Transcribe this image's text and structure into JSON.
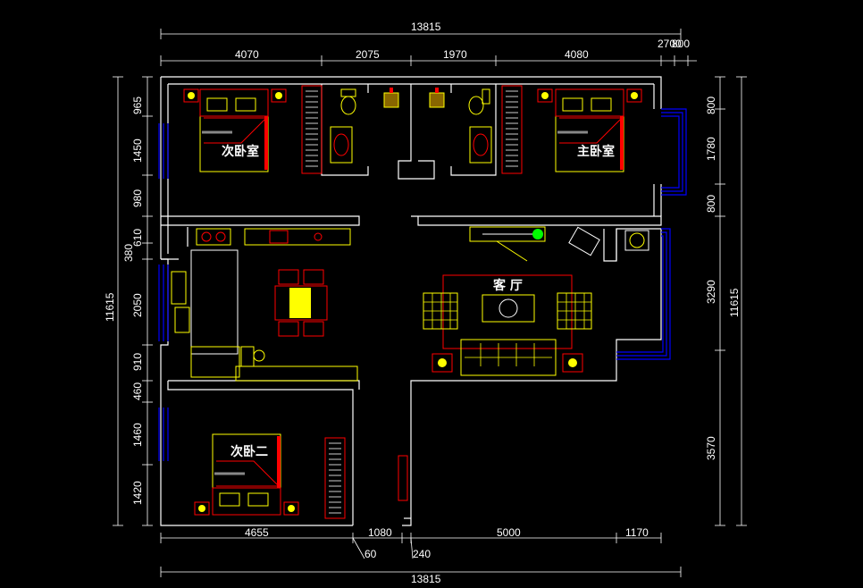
{
  "dims": {
    "top_total": "13815",
    "top_1": "4070",
    "top_2": "2075",
    "top_3": "1970",
    "top_4": "4080",
    "top_5": "2700",
    "top_6": "800",
    "bottom_1": "4655",
    "bottom_2": "1080",
    "bottom_3": "5000",
    "bottom_4": "1170",
    "bottom_5": "60",
    "bottom_6": "240",
    "bottom_total": "13815",
    "left_1": "965",
    "left_2": "1450",
    "left_3": "980",
    "left_4": "610",
    "left_5": "380",
    "left_6": "2050",
    "left_7": "910",
    "left_8": "460",
    "left_9": "1460",
    "left_10": "1420",
    "left_total": "11615",
    "right_1": "800",
    "right_2": "1780",
    "right_3": "800",
    "right_4": "3290",
    "right_5": "3570",
    "right_total": "11615"
  },
  "rooms": {
    "secondary_bedroom": "次卧室",
    "master_bedroom": "主卧室",
    "living_room": "客 厅",
    "secondary_bedroom_2": "次卧二"
  },
  "colors": {
    "wall": "#ffffff",
    "furniture": "#ffff00",
    "accent": "#ff0000",
    "window": "#0000ff",
    "plant": "#00ff00"
  }
}
